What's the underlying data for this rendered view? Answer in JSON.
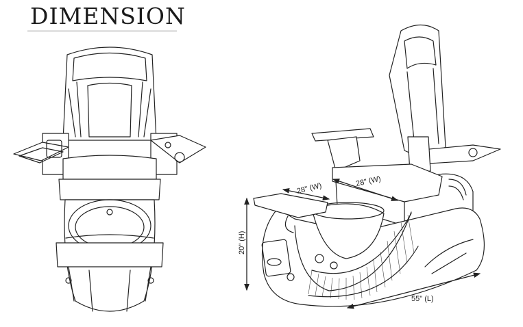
{
  "title": "DIMENSION",
  "dimensions": {
    "footrest_width": "28\" (W)",
    "seat_width": "28\" (W)",
    "height": "20\" (H)",
    "length": "55\" (L)"
  },
  "colors": {
    "line": "#222222",
    "rule": "#e2e2e2"
  }
}
